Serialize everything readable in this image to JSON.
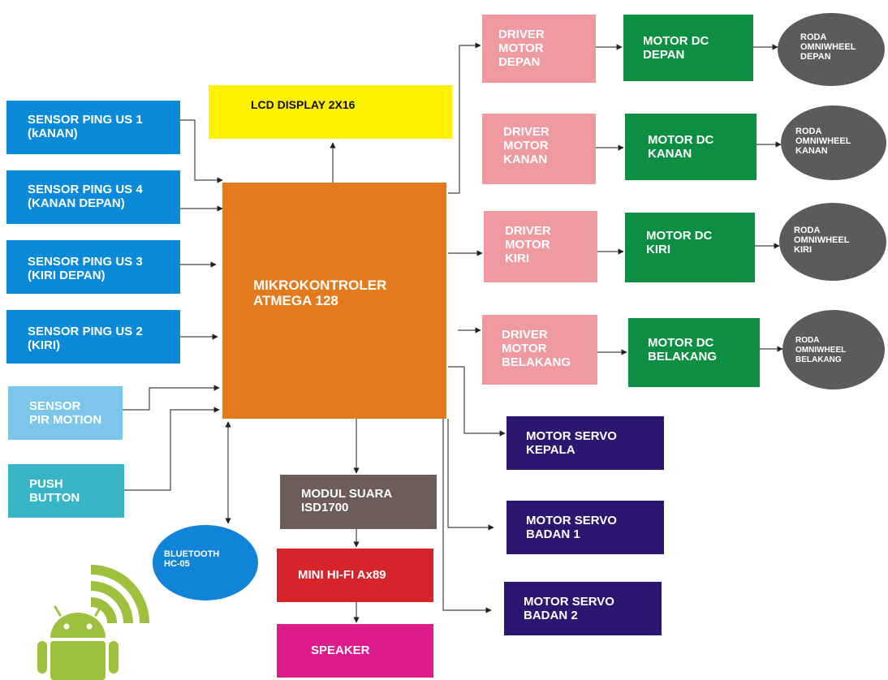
{
  "colors": {
    "sensor_blue": "#0a8ad8",
    "pir_blue": "#7cc6ec",
    "button_teal": "#38b6c7",
    "lcd_yellow": "#fff200",
    "mcu_orange": "#e37a1e",
    "driver_pink": "#ef9aa1",
    "motor_green": "#0d8f43",
    "wheel_gray": "#5c5b5b",
    "servo_navy": "#2d1670",
    "sound_brown": "#6d5c58",
    "amp_red": "#d6242a",
    "speaker_magenta": "#de1b8c",
    "bt_blue": "#1085d8",
    "android_green": "#9dc13d"
  },
  "icons": [
    "android-robot-icon",
    "wireless-signal-icon"
  ],
  "blocks": {
    "sensor_ping_1": "SENSOR PING US 1\n(kANAN)",
    "sensor_ping_4": "SENSOR PING US 4\n(KANAN DEPAN)",
    "sensor_ping_3": "SENSOR PING US 3\n(KIRI DEPAN)",
    "sensor_ping_2": "SENSOR PING US 2\n(KIRI)",
    "sensor_pir": "SENSOR\nPIR MOTION",
    "push_button": "PUSH\nBUTTON",
    "lcd": "LCD DISPLAY 2X16",
    "mcu": "MIKROKONTROLER\nATMEGA 128",
    "bluetooth": "BLUETOOTH\nHC-05",
    "sound_module": "MODUL SUARA\nISD1700",
    "amplifier": "MINI HI-FI Ax89",
    "speaker": "SPEAKER",
    "driver_depan": "DRIVER\nMOTOR\nDEPAN",
    "driver_kanan": "DRIVER\nMOTOR\nKANAN",
    "driver_kiri": "DRIVER\nMOTOR\nKIRI",
    "driver_belakang": "DRIVER\nMOTOR\nBELAKANG",
    "motor_depan": "MOTOR DC\nDEPAN",
    "motor_kanan": "MOTOR DC\nKANAN",
    "motor_kiri": "MOTOR DC\nKIRI",
    "motor_belakang": "MOTOR DC\nBELAKANG",
    "wheel_depan": "RODA\nOMNIWHEEL\nDEPAN",
    "wheel_kanan": "RODA\nOMNIWHEEL\nKANAN",
    "wheel_kiri": "RODA\nOMNIWHEEL\nKIRI",
    "wheel_belakang": "RODA\nOMNIWHEEL\nBELAKANG",
    "servo_kepala": "MOTOR SERVO\nKEPALA",
    "servo_badan_1": "MOTOR SERVO\nBADAN 1",
    "servo_badan_2": "MOTOR SERVO\nBADAN 2"
  }
}
